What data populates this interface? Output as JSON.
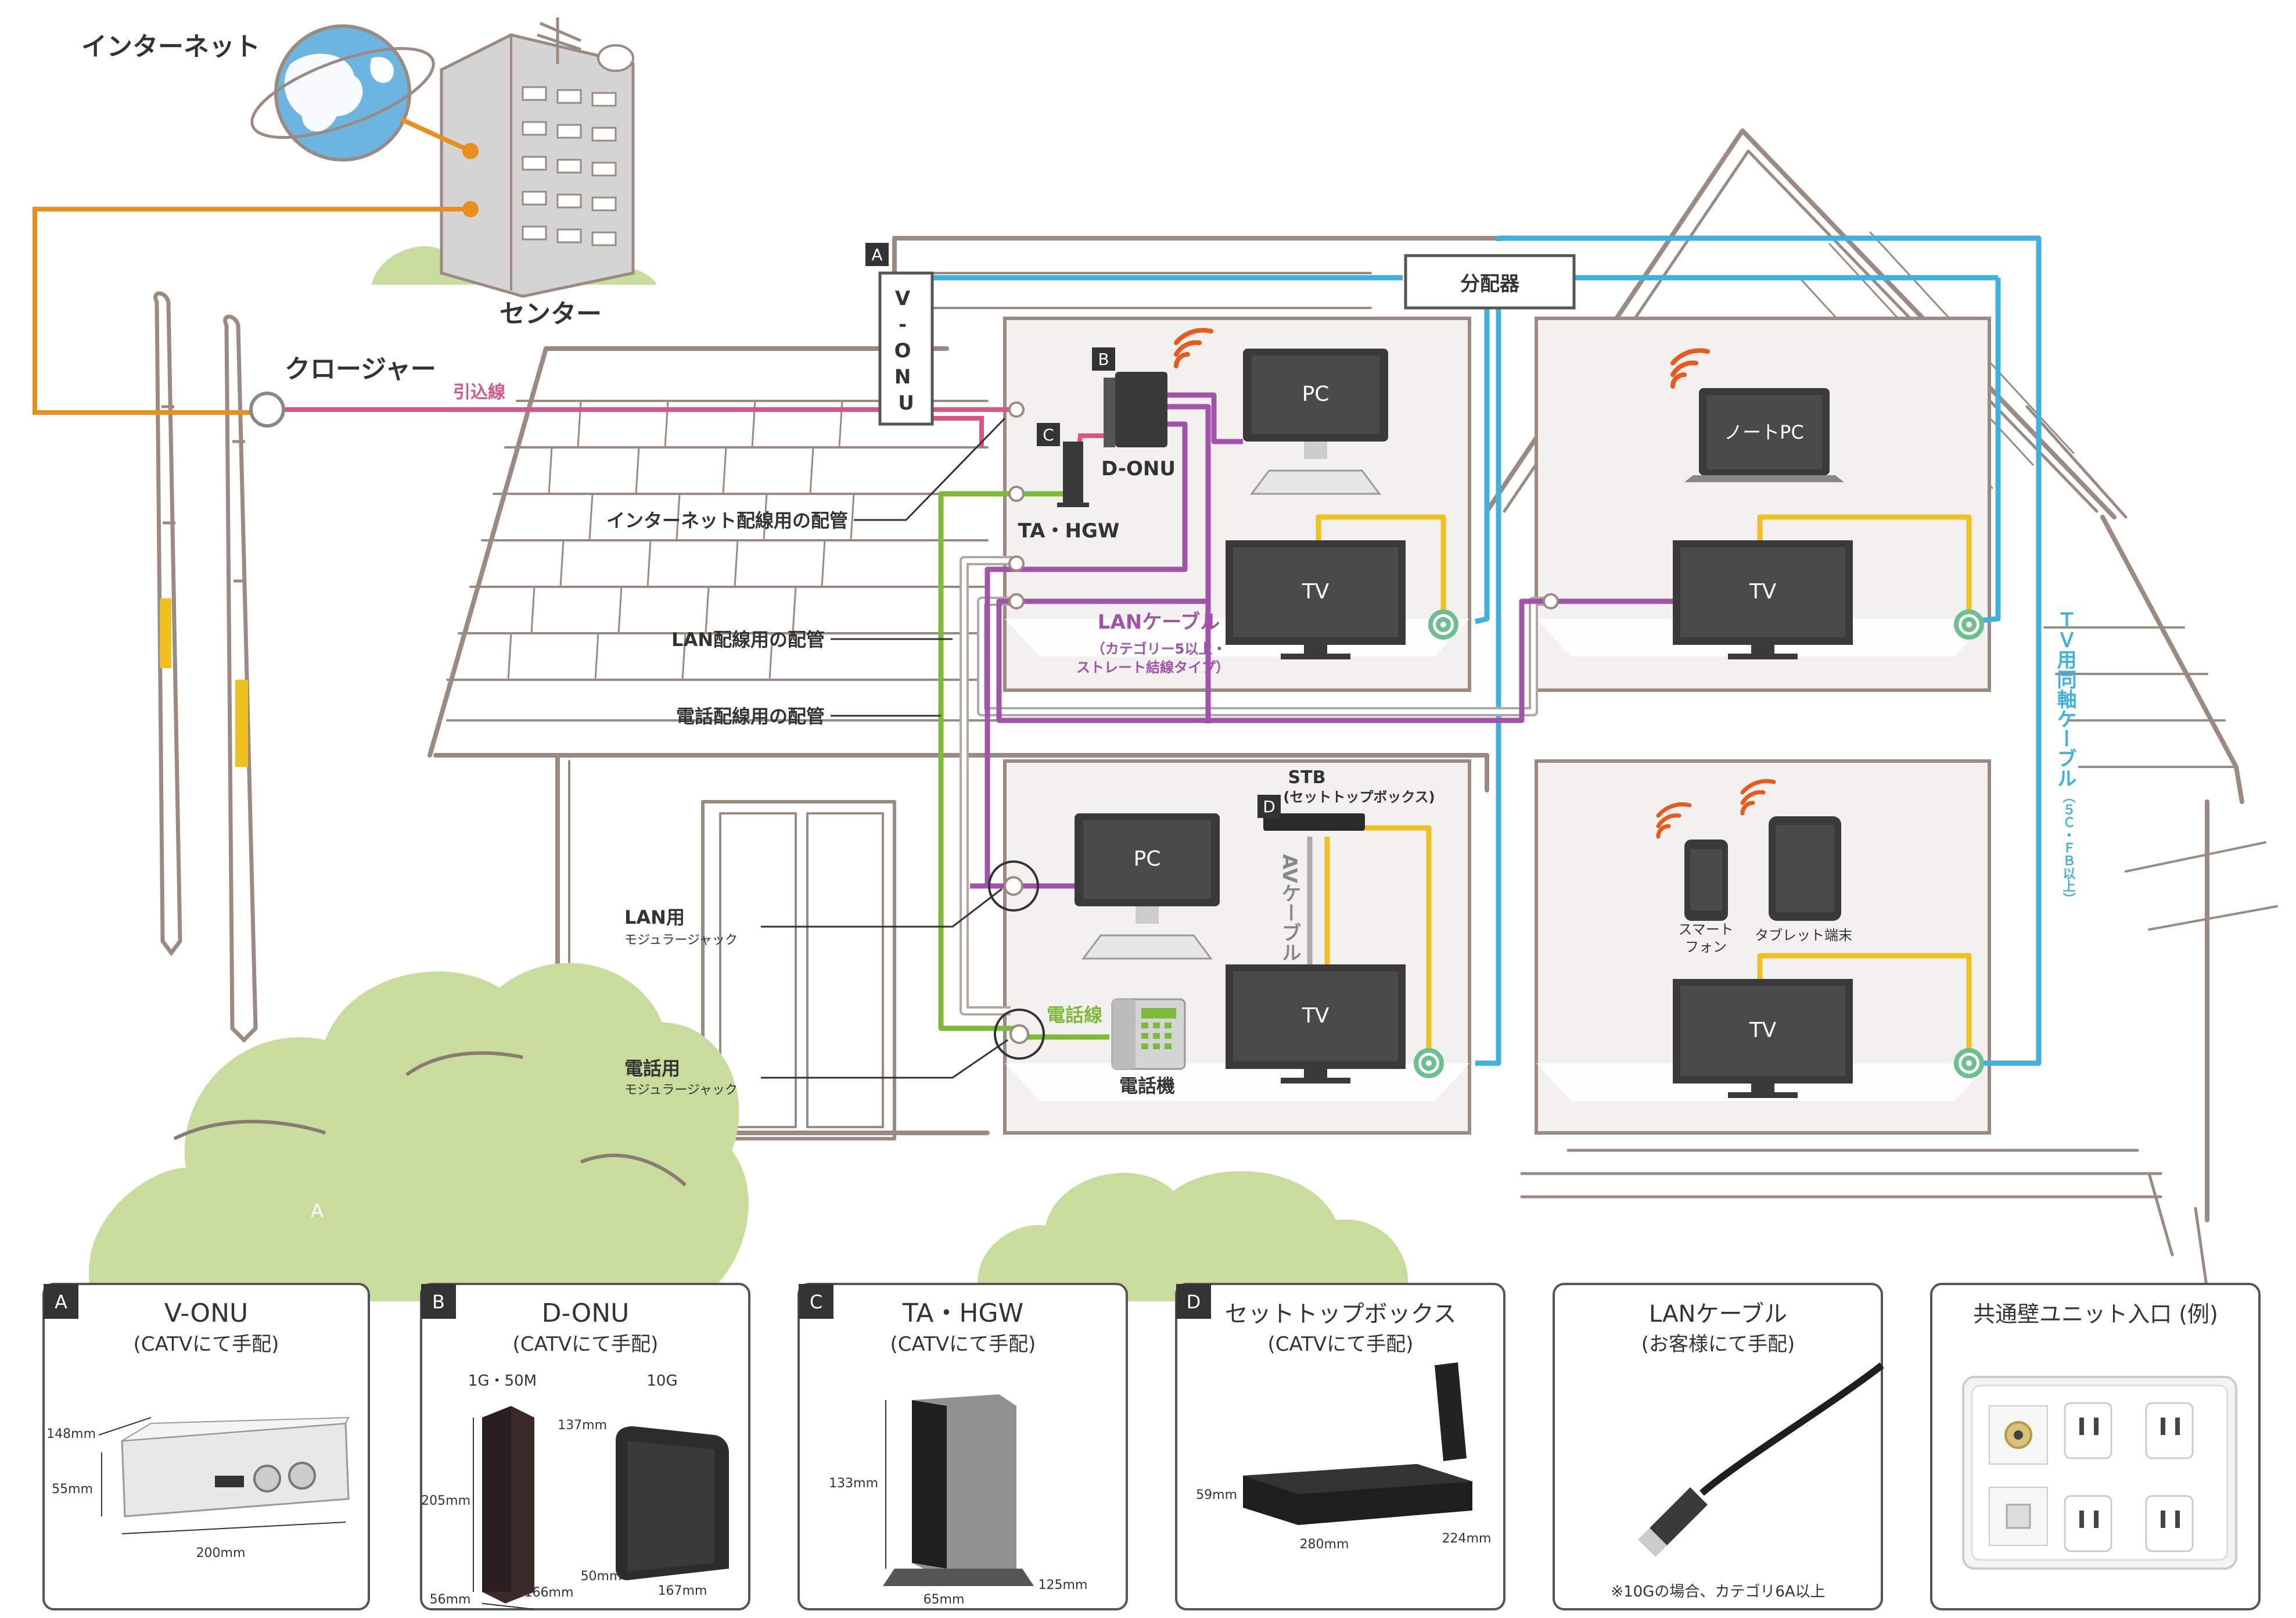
{
  "colors": {
    "fiber": "#e8901e",
    "drop": "#d85585",
    "coax": "#3fb0e0",
    "lan": "#a053a8",
    "phone": "#7dba3a",
    "av": "#f0c020",
    "house_line": "#9a8a82",
    "device_dark": "#3a3a3a",
    "tree": "#c8dc9c",
    "room_bg": "#f3f1ef",
    "wifi": "#e85a1c"
  },
  "top": {
    "internet": "インターネット",
    "center": "センター",
    "closure": "クロージャー",
    "drop_line": "引込線",
    "splitter": "分配器",
    "coax_cable": "ＴＶ用同軸ケーブル",
    "coax_note": "（５Ｃ・ＦＢ以上）"
  },
  "devices": {
    "vonu_tag": "A",
    "vonu_label": "V-ONU",
    "donu_tag": "B",
    "donu_label": "D-ONU",
    "tahgw_tag": "C",
    "tahgw_label": "TA・HGW",
    "stb_tag": "D",
    "stb_label": "STB",
    "stb_sub": "(セットトップボックス)",
    "av_cable": "AVケーブル",
    "pc": "PC",
    "tv": "TV",
    "notebook": "ノートPC",
    "smartphone_l1": "スマート",
    "smartphone_l2": "フォン",
    "tablet": "タブレット端末",
    "phone_set": "電話機",
    "phone_line": "電話線",
    "lan_cable": "LANケーブル",
    "lan_cable_note1": "（カテゴリー5以上・",
    "lan_cable_note2": "ストレート結線タイプ）"
  },
  "callouts": {
    "internet_conduit": "インターネット配線用の配管",
    "lan_conduit": "LAN配線用の配管",
    "phone_conduit": "電話配線用の配管",
    "lan_jack": "LAN用",
    "lan_jack_sub": "モジュラージャック",
    "phone_jack": "電話用",
    "phone_jack_sub": "モジュラージャック"
  },
  "garden_mark": "A",
  "cards": [
    {
      "tag": "A",
      "title": "V-ONU",
      "subtitle": "(CATVにて手配)",
      "dims": [
        "148mm",
        "55mm",
        "200mm"
      ]
    },
    {
      "tag": "B",
      "title": "D-ONU",
      "subtitle": "(CATVにて手配)",
      "variants": [
        "1G・50M",
        "10G"
      ],
      "dims": [
        "205mm",
        "56mm",
        "166mm",
        "137mm",
        "50mm",
        "167mm"
      ]
    },
    {
      "tag": "C",
      "title": "TA・HGW",
      "subtitle": "(CATVにて手配)",
      "dims": [
        "133mm",
        "65mm",
        "125mm"
      ]
    },
    {
      "tag": "D",
      "title": "セットトップボックス",
      "subtitle": "(CATVにて手配)",
      "dims": [
        "59mm",
        "280mm",
        "224mm"
      ]
    },
    {
      "tag": "",
      "title": "LANケーブル",
      "subtitle": "(お客様にて手配)",
      "note": "※10Gの場合、カテゴリ6A以上"
    },
    {
      "tag": "",
      "title": "共通壁ユニット入口 (例)",
      "subtitle": ""
    }
  ]
}
